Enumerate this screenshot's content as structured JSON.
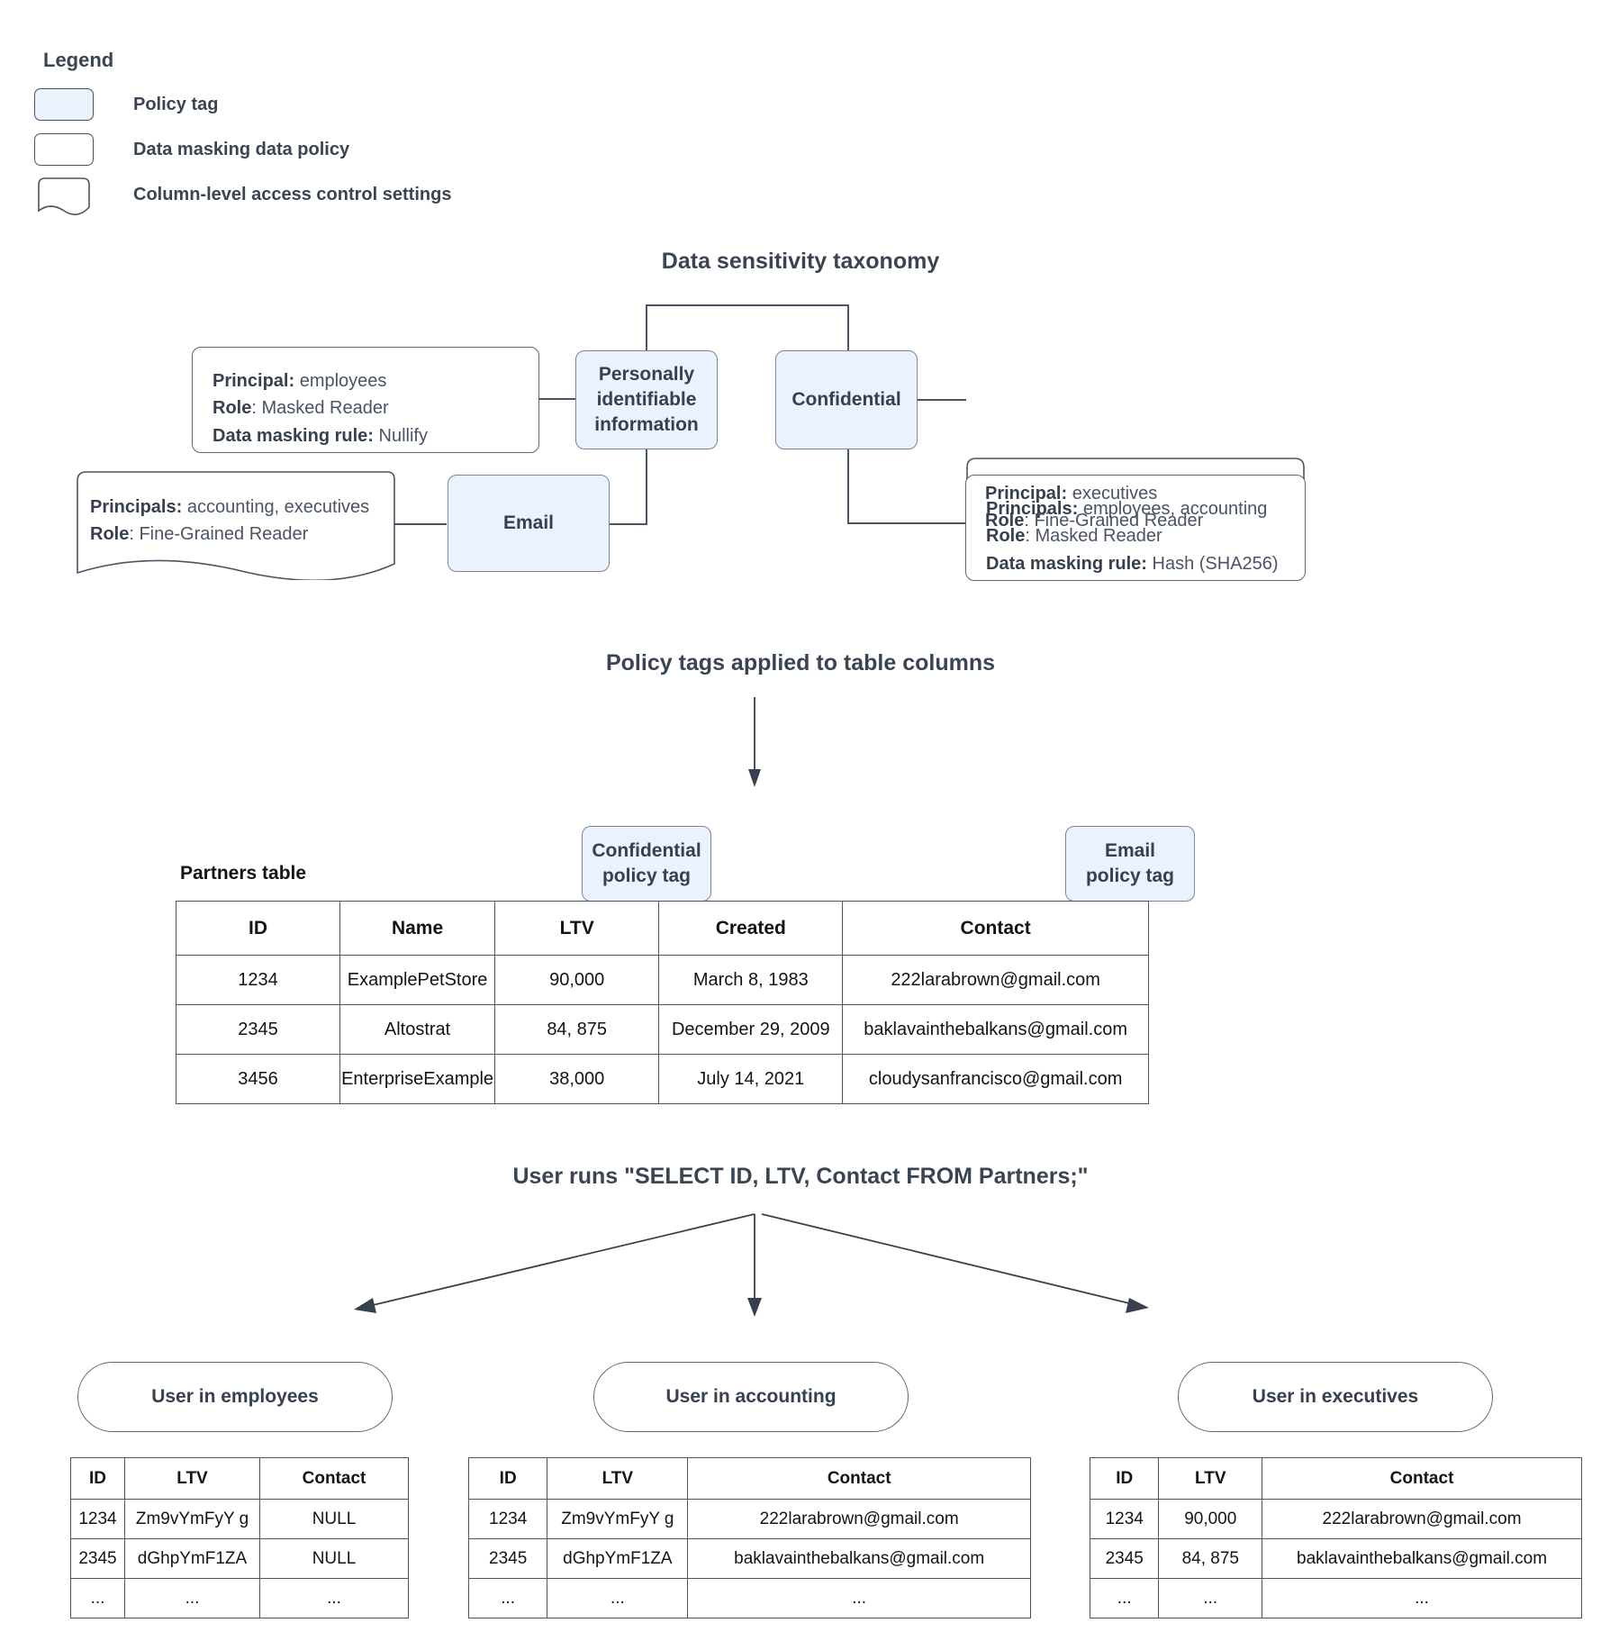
{
  "legend": {
    "title": "Legend",
    "items": [
      {
        "label": "Policy tag",
        "shape": "policy-tag",
        "fill": "#e9f2fd"
      },
      {
        "label": "Data masking data policy",
        "shape": "rounded-rect",
        "fill": "#ffffff"
      },
      {
        "label": "Column-level access control settings",
        "shape": "document",
        "fill": "#ffffff"
      }
    ]
  },
  "taxonomy": {
    "title": "Data sensitivity taxonomy",
    "tags": [
      {
        "id": "pii",
        "label": "Personally identifiable information"
      },
      {
        "id": "confidential",
        "label": "Confidential"
      },
      {
        "id": "email",
        "label": "Email"
      }
    ],
    "policies": {
      "pii_mask": {
        "lines": [
          {
            "key": "Principal:",
            "value": " employees"
          },
          {
            "key": "Role",
            "value": ": Masked Reader"
          },
          {
            "key": "Data masking rule:",
            "value": " Nullify"
          }
        ]
      },
      "email_access": {
        "lines": [
          {
            "key": "Principals:",
            "value": " accounting, executives"
          },
          {
            "key": "Role",
            "value": ": Fine-Grained Reader"
          }
        ]
      },
      "confidential_access": {
        "lines": [
          {
            "key": "Principal:",
            "value": " executives"
          },
          {
            "key": "Role",
            "value": ": Fine-Grained Reader"
          }
        ]
      },
      "confidential_mask": {
        "lines": [
          {
            "key": "Principals:",
            "value": " employees, accounting"
          },
          {
            "key": "Role",
            "value": ": Masked Reader"
          },
          {
            "key": "Data masking rule:",
            "value": " Hash (SHA256)"
          }
        ]
      }
    }
  },
  "applied": {
    "title": "Policy tags applied to table columns",
    "table_label": "Partners table",
    "column_tags": [
      {
        "label": "Confidential\npolicy tag",
        "line1": "Confidential",
        "line2": "policy tag",
        "column": "LTV"
      },
      {
        "label": "Email\npolicy tag",
        "line1": "Email",
        "line2": "policy tag",
        "column": "Contact"
      }
    ],
    "partners_table": {
      "headers": [
        "ID",
        "Name",
        "LTV",
        "Created",
        "Contact"
      ],
      "rows": [
        [
          "1234",
          "ExamplePetStore",
          "90,000",
          "March 8, 1983",
          "222larabrown@gmail.com"
        ],
        [
          "2345",
          "Altostrat",
          "84, 875",
          "December 29, 2009",
          "baklavainthebalkans@gmail.com"
        ],
        [
          "3456",
          "EnterpriseExample",
          "38,000",
          "July 14, 2021",
          "cloudysanfrancisco@gmail.com"
        ]
      ]
    }
  },
  "query": {
    "title": "User runs \"SELECT ID, LTV, Contact FROM Partners;\""
  },
  "results": [
    {
      "persona": "User in employees",
      "headers": [
        "ID",
        "LTV",
        "Contact"
      ],
      "rows": [
        [
          "1234",
          "Zm9vYmFyY g",
          "NULL"
        ],
        [
          "2345",
          "dGhpYmF1ZA",
          "NULL"
        ],
        [
          "...",
          "...",
          "..."
        ]
      ]
    },
    {
      "persona": "User in accounting",
      "headers": [
        "ID",
        "LTV",
        "Contact"
      ],
      "rows": [
        [
          "1234",
          "Zm9vYmFyY g",
          "222larabrown@gmail.com"
        ],
        [
          "2345",
          "dGhpYmF1ZA",
          "baklavainthebalkans@gmail.com"
        ],
        [
          "...",
          "...",
          "..."
        ]
      ]
    },
    {
      "persona": "User in executives",
      "headers": [
        "ID",
        "LTV",
        "Contact"
      ],
      "rows": [
        [
          "1234",
          "90,000",
          "222larabrown@gmail.com"
        ],
        [
          "2345",
          "84, 875",
          "baklavainthebalkans@gmail.com"
        ],
        [
          "...",
          "...",
          "..."
        ]
      ]
    }
  ],
  "results_fix": {
    "ltv_hash_1": "Zm9vYmFyY g",
    "ltv_hash_2": "dGhpYmF1ZA"
  }
}
